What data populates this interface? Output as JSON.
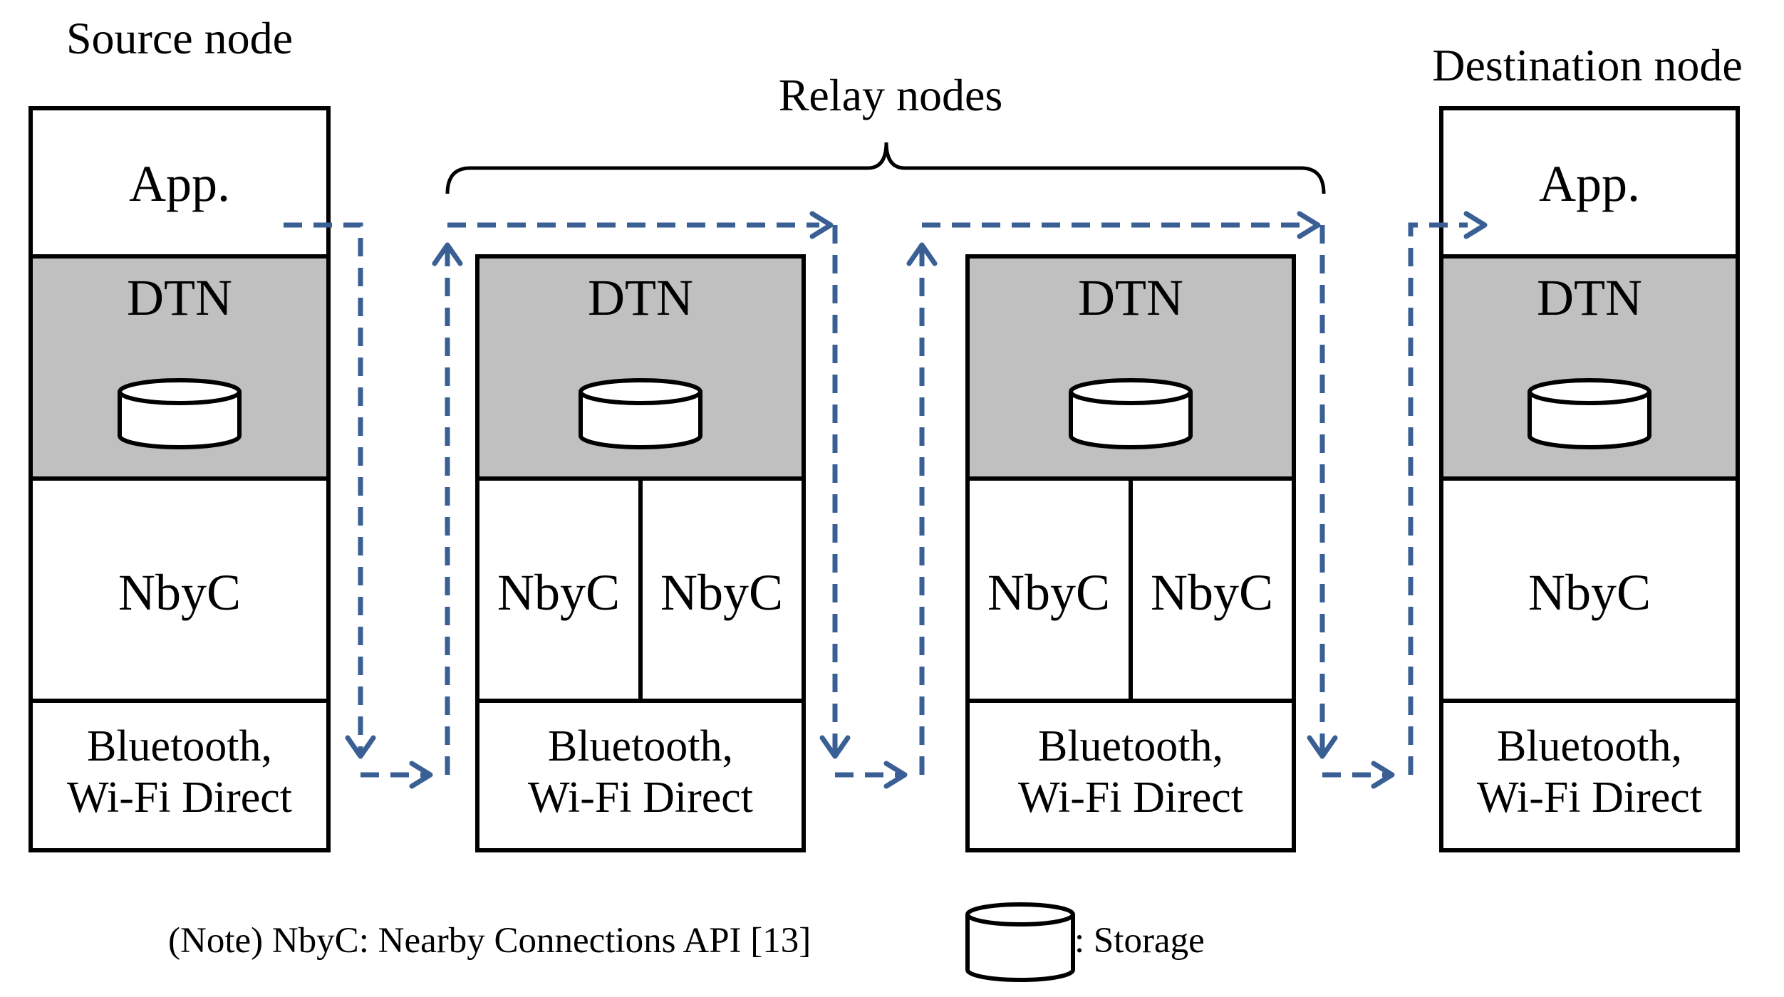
{
  "headings": {
    "source": "Source node",
    "relay": "Relay nodes",
    "destination": "Destination node"
  },
  "layers": {
    "app": "App.",
    "dtn": "DTN",
    "nbyc": "NbyC",
    "phy_line1": "Bluetooth,",
    "phy_line2": "Wi-Fi Direct"
  },
  "legend": {
    "note": "(Note) NbyC: Nearby Connections API [13]",
    "storage": ": Storage"
  },
  "colors": {
    "dtn_fill": "#c0c0c0",
    "arrow": "#3a5f94",
    "line": "#000000"
  },
  "icons": {
    "storage": "cylinder-storage-icon"
  }
}
